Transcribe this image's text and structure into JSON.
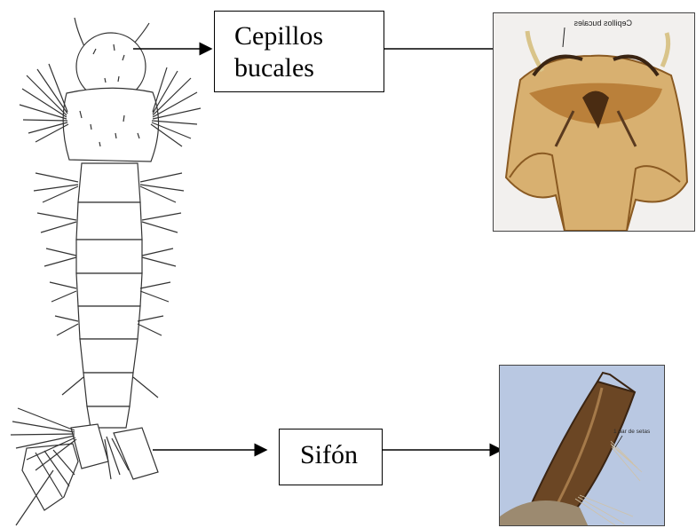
{
  "labels": {
    "mouth_brushes": [
      "Cepillos",
      "bucales"
    ],
    "siphon": "Sifón"
  },
  "photo_top": {
    "caption": "Cepillos bucales",
    "background": "#f2f0ee",
    "tissue_color": "#c9923f"
  },
  "photo_bottom": {
    "caption": "1 par de setas",
    "background": "#b9c8e2",
    "tissue_color": "#5a3a1f"
  },
  "colors": {
    "line": "#000000",
    "drawing": "#333333"
  }
}
